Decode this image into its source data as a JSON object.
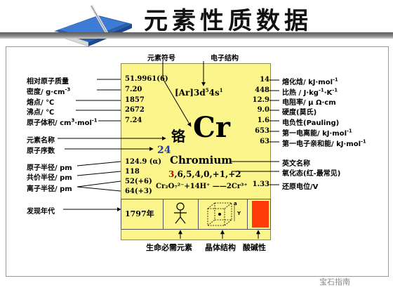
{
  "header": {
    "title": "元素性质数据"
  },
  "element": {
    "symbol": "Cr",
    "name_zh": "铬",
    "name_en": "Chromium",
    "atomic_number": "24",
    "electron_config_base": "[Ar]3d",
    "electron_config_sup1": "5",
    "electron_config_mid": "4s",
    "electron_config_sup2": "1",
    "oxidation_first": "3",
    "oxidation_rest": ",6,5,4,0,+1,+2",
    "reduction_reaction": "Cr₂O₇²⁻+14H⁺ ——2Cr³⁺",
    "discovery_year": "1797年",
    "acid_base_color": "#ff3b0c"
  },
  "callouts_top": {
    "symbol": "元素符号",
    "econfig": "电子结构"
  },
  "left_props": [
    {
      "label": "相对原子质量",
      "value": "51.9961(6)"
    },
    {
      "label": "密度/ g·cm",
      "sup": "-3",
      "value": "7.20"
    },
    {
      "label": "熔点/ ℃",
      "value": "1857"
    },
    {
      "label": "沸点/ ℃",
      "value": "2672"
    },
    {
      "label": "原子体积/ cm",
      "sup": "3",
      "label_tail": "·mol",
      "sup2": "-1",
      "value": "7.24"
    }
  ],
  "left_names": [
    {
      "label": "元素名称"
    },
    {
      "label": "原子序数"
    }
  ],
  "radii": [
    {
      "label": "原子半径/ pm",
      "value": "124.9 (α)"
    },
    {
      "label": "共价半径/ pm",
      "value": "118"
    },
    {
      "label": "离子半径/ pm",
      "value": "52(+6)",
      "value2": "64(+3)"
    }
  ],
  "left_discovery": "发现年代",
  "right_props": [
    {
      "value": "14",
      "label": "熔化焓/ kJ·mol",
      "sup": "-1"
    },
    {
      "value": "448",
      "label": "比热 / J·kg",
      "sup": "-1",
      "label_tail": "·K",
      "sup2": "-1"
    },
    {
      "value": "12.9",
      "label": "电阻率/ μ Ω·cm"
    },
    {
      "value": "9.0",
      "label": "硬度(莫氏)"
    },
    {
      "value": "1.6",
      "label": "电负性(Pauling)"
    },
    {
      "value": "653",
      "label": "第一电离能/ kJ·mol",
      "sup": "-1"
    },
    {
      "value": "63",
      "label": "第一电子亲和能/ kJ·mol",
      "sup": "-1"
    }
  ],
  "right_lower": [
    {
      "label": "英文名称"
    },
    {
      "label": "氧化态(红-最常见)"
    },
    {
      "value": "1.33",
      "label": "还原电位/V"
    }
  ],
  "bottom_labels": {
    "life": "生命必需元素",
    "crystal": "晶体结构",
    "acid": "酸碱性"
  },
  "crystal_axes": {
    "a": "a",
    "y": "Y"
  },
  "watermark": "宝石指南"
}
